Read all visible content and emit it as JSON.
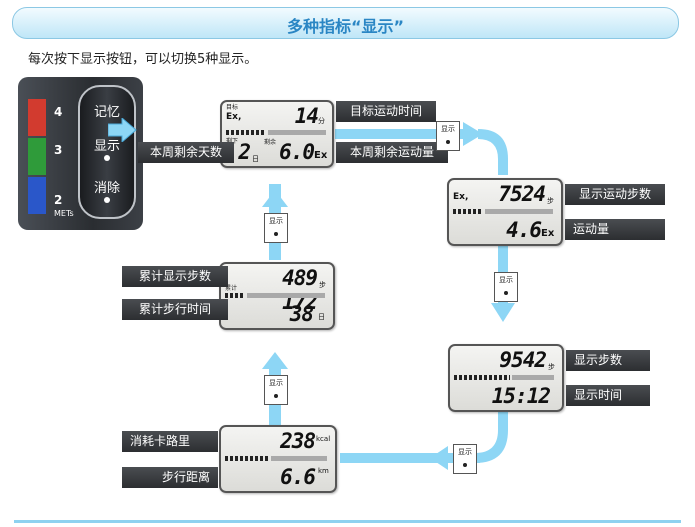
{
  "title": "多种指标“显示”",
  "intro": "每次按下显示按钮，可以切换5种显示。",
  "device": {
    "mets_levels": [
      "4",
      "3",
      "2"
    ],
    "mets_unit": "METs",
    "buttons": [
      "记忆",
      "显示",
      "消除"
    ]
  },
  "button_label": "显示",
  "screens": {
    "target": {
      "label_target": "目标",
      "ex": "Ex,",
      "minutes": "14",
      "minutes_unit": "分",
      "label_remaining_days": "剩下",
      "days": "2",
      "days_unit": "日",
      "label_remaining": "剩余",
      "ex_value": "6.0",
      "ex_unit": "Ex",
      "callout_target_time": "目标运动时间",
      "callout_remaining_days": "本周剩余天数",
      "callout_remaining_ex": "本周剩余运动量"
    },
    "exercise": {
      "ex": "Ex,",
      "steps": "7524",
      "steps_unit": "步",
      "ex_value": "4.6",
      "ex_unit": "Ex",
      "callout_steps": "显示运动步数",
      "callout_amount": "运动量"
    },
    "steps": {
      "steps": "9542",
      "steps_unit": "步",
      "time": "15:12",
      "callout_steps": "显示步数",
      "callout_time": "显示时间"
    },
    "calorie": {
      "kcal": "238",
      "kcal_unit": "kcal",
      "km": "6.6",
      "km_unit": "km",
      "callout_calorie": "消耗卡路里",
      "callout_distance": "步行距离"
    },
    "cumulative": {
      "label_cumulative": "累计",
      "steps": "489 172",
      "steps_unit": "步",
      "days": "38",
      "days_unit": "日",
      "callout_steps": "累计显示步数",
      "callout_days": "累计步行时间"
    }
  },
  "colors": {
    "flow_arrow": "#8dd6f5",
    "title_text": "#2a86c4",
    "callout_bg": "#3a3d41",
    "mets_red": "#d23b2f",
    "mets_green": "#2f9b3a",
    "mets_blue": "#2a57c9"
  }
}
